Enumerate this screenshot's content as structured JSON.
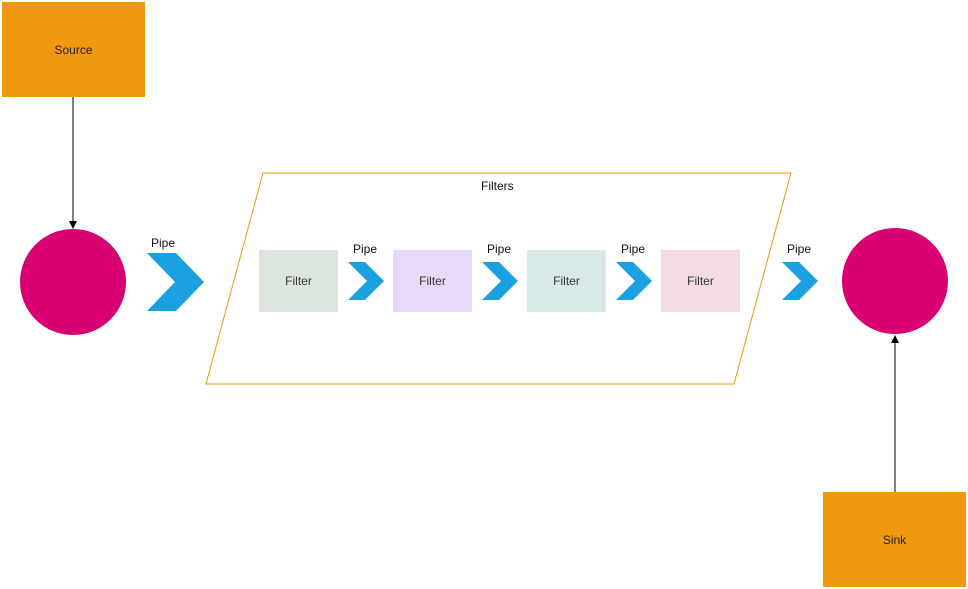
{
  "source": {
    "label": "Source"
  },
  "sink": {
    "label": "Sink"
  },
  "filters_group": {
    "label": "Filters"
  },
  "filters": [
    {
      "label": "Filter",
      "color": "#dde6dd"
    },
    {
      "label": "Filter",
      "color": "#e8d9fb"
    },
    {
      "label": "Filter",
      "color": "#d9e9e9"
    },
    {
      "label": "Filter",
      "color": "#f4dde2"
    }
  ],
  "pipes": [
    {
      "label": "Pipe"
    },
    {
      "label": "Pipe"
    },
    {
      "label": "Pipe"
    },
    {
      "label": "Pipe"
    },
    {
      "label": "Pipe"
    }
  ],
  "colors": {
    "endpoint_box": "#f0980e",
    "endpoint_circle": "#d80073",
    "pipe_arrow": "#1ba1e2",
    "group_border": "#f0980e"
  }
}
